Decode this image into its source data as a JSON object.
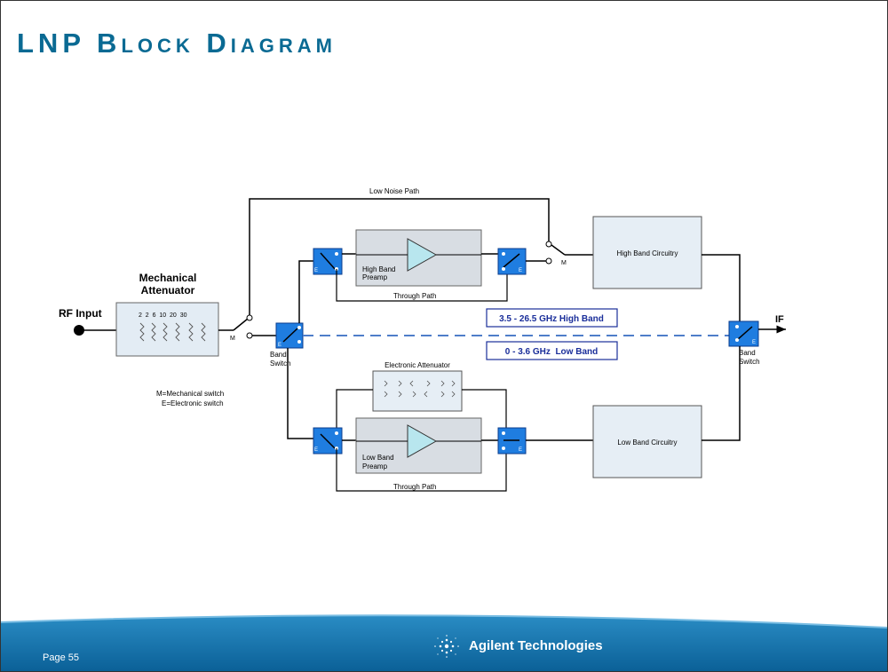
{
  "title": "LNP Block Diagram",
  "diagram": {
    "low_noise_path": "Low Noise Path",
    "mech_atten_title_1": "Mechanical",
    "mech_atten_title_2": "Attenuator",
    "mech_atten_steps": "2  2  6  10  20  30",
    "rf_input": "RF Input",
    "switch_m": "M",
    "switch_e": "E",
    "band_switch_1": "Band",
    "band_switch_2": "Switch",
    "legend_m": "M=Mechanical switch",
    "legend_e": "E=Electronic switch",
    "high_band_preamp_1": "High Band",
    "high_band_preamp_2": "Preamp",
    "low_band_preamp_1": "Low Band",
    "low_band_preamp_2": "Preamp",
    "through_path": "Through Path",
    "high_band_circuitry": "High Band Circuitry",
    "low_band_circuitry": "Low Band Circuitry",
    "electronic_attenuator": "Electronic Attenuator",
    "high_band_label": "3.5 - 26.5 GHz High Band",
    "low_band_label": "0 - 3.6 GHz  Low Band",
    "if_label": "IF"
  },
  "footer": {
    "page": "Page 55",
    "brand": "Agilent Technologies"
  },
  "colors": {
    "title": "#0a6a93",
    "switch_blue": "#1f7de0",
    "band_box_text": "#1a2e9a",
    "footer_blue": "#0b6fa4"
  }
}
